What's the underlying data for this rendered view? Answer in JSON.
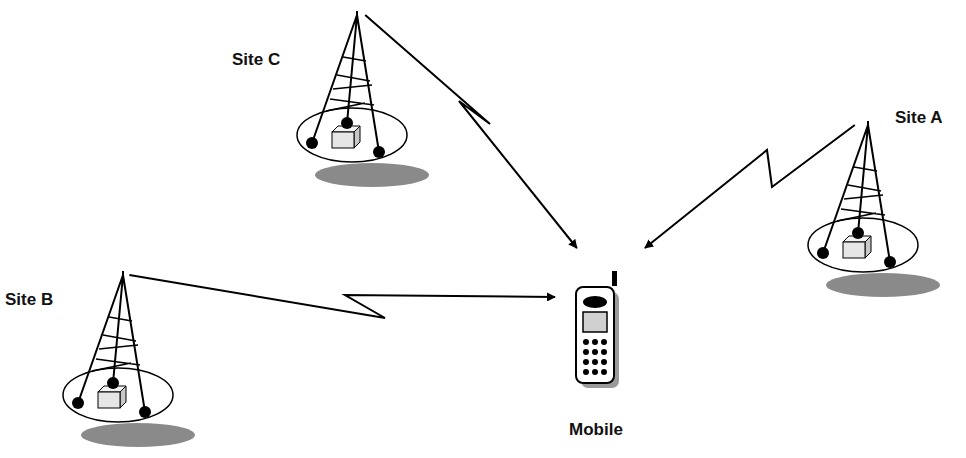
{
  "diagram": {
    "nodes": [
      {
        "text": [
          "Site C"
        ]
      },
      {
        "text": [
          "Site A"
        ]
      },
      {
        "text": [
          "Site B"
        ]
      },
      {
        "text": [
          "Mobile"
        ]
      }
    ],
    "edges": [
      {
        "from": 0,
        "to": 3,
        "arrow": "to"
      },
      {
        "from": 1,
        "to": 3,
        "arrow": "to"
      },
      {
        "from": 2,
        "to": 3,
        "arrow": "to"
      }
    ]
  }
}
